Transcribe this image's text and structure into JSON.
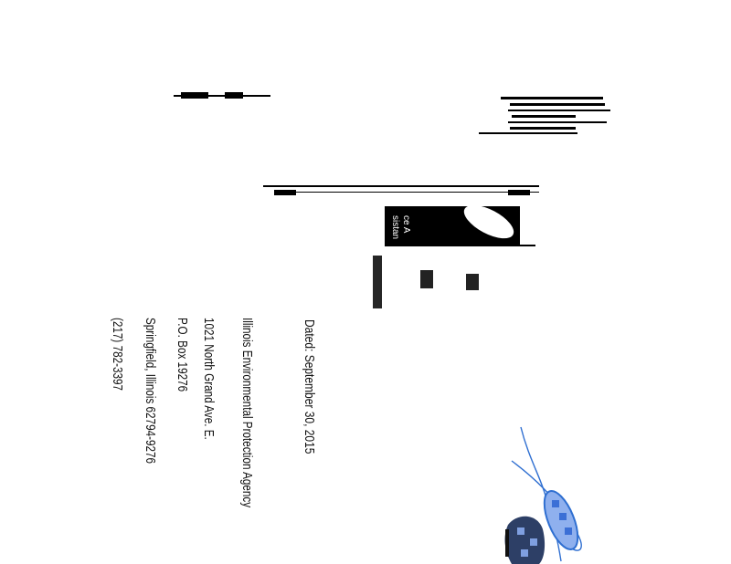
{
  "letter": {
    "date": "Dated: September 30, 2015",
    "recipient": {
      "line1": "Illinois Environmental Protection Agency",
      "line2": "1021 North Grand Ave. E.",
      "line3": "P.O. Box 19276",
      "line4": "Springfield, Illinois 62794-9276",
      "line5": "(217) 782-3397"
    },
    "logo_text_1": "ce A",
    "logo_text_2": "sistan"
  },
  "colors": {
    "ink": "#111111",
    "signature": "#2f6fd1",
    "signature_fill": "#3b6fd6"
  }
}
